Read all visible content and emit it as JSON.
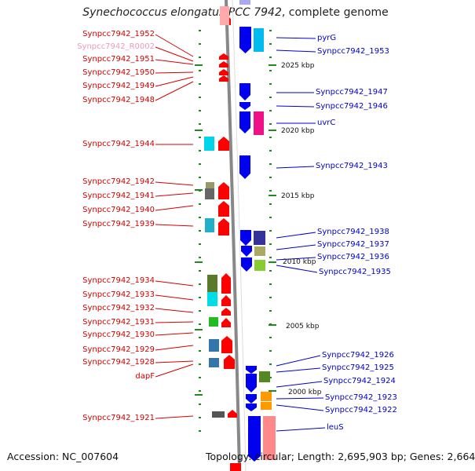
{
  "title": {
    "organism": "Synechococcus elongatus PCC 7942",
    "suffix": ", complete genome"
  },
  "footer": {
    "accession": "Accession: NC_007604",
    "topology": "Topology: circular; Length: 2,695,903 bp; Genes: 2,664"
  },
  "colors": {
    "label_left": "#d40000",
    "label_right": "#0000cc",
    "label_rna": "#ee99bb",
    "backbone": "#888888",
    "tick": "#228822"
  },
  "scale_labels": [
    "2025 kbp",
    "2020 kbp",
    "2015 kbp",
    "2010 kbp",
    "2005 kbp",
    "2000 kbp"
  ],
  "left_labels": [
    "Synpcc7942_1952",
    "Synpcc7942_R0002",
    "Synpcc7942_1951",
    "Synpcc7942_1950",
    "Synpcc7942_1949",
    "Synpcc7942_1948",
    "Synpcc7942_1944",
    "Synpcc7942_1942",
    "Synpcc7942_1941",
    "Synpcc7942_1940",
    "Synpcc7942_1939",
    "Synpcc7942_1934",
    "Synpcc7942_1933",
    "Synpcc7942_1932",
    "Synpcc7942_1931",
    "Synpcc7942_1930",
    "Synpcc7942_1929",
    "Synpcc7942_1928",
    "dapF",
    "Synpcc7942_1921"
  ],
  "right_labels": [
    "pyrG",
    "Synpcc7942_1953",
    "Synpcc7942_1947",
    "Synpcc7942_1946",
    "uvrC",
    "Synpcc7942_1943",
    "Synpcc7942_1938",
    "Synpcc7942_1937",
    "Synpcc7942_1936",
    "Synpcc7942_1935",
    "Synpcc7942_1926",
    "Synpcc7942_1925",
    "Synpcc7942_1924",
    "Synpcc7942_1923",
    "Synpcc7942_1922",
    "leuS"
  ]
}
